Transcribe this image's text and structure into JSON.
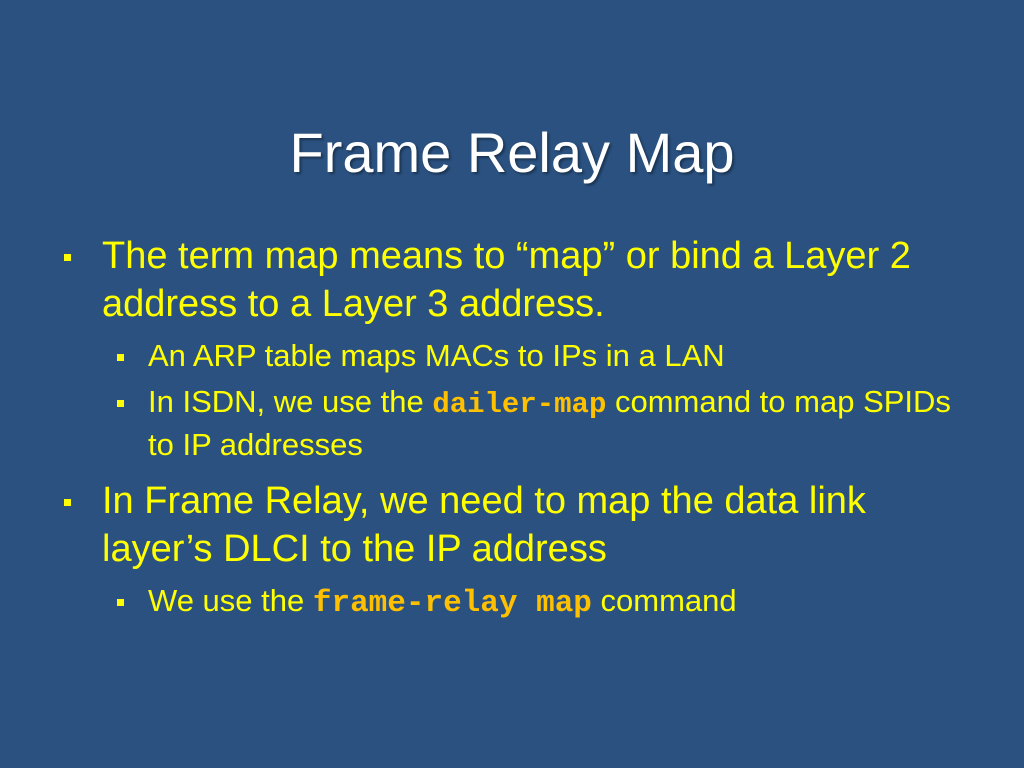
{
  "slide": {
    "title": "Frame Relay Map",
    "bullets": {
      "b1": "The term map means to “map” or bind a Layer 2 address to a Layer 3 address.",
      "b1_1": "An ARP table maps MACs to IPs in a LAN",
      "b1_2_pre": "In ISDN, we use the ",
      "b1_2_code": "dailer-map",
      "b1_2_post": " command to map SPIDs to IP addresses",
      "b2": "In Frame Relay, we need to map the data link layer’s DLCI to the IP address",
      "b2_1_pre": "We use the ",
      "b2_1_code": "frame-relay map",
      "b2_1_post": " command"
    }
  },
  "colors": {
    "background": "#2a5180",
    "title": "#ffffff",
    "bullet_text": "#ffff00",
    "code_text": "#ffc000"
  }
}
